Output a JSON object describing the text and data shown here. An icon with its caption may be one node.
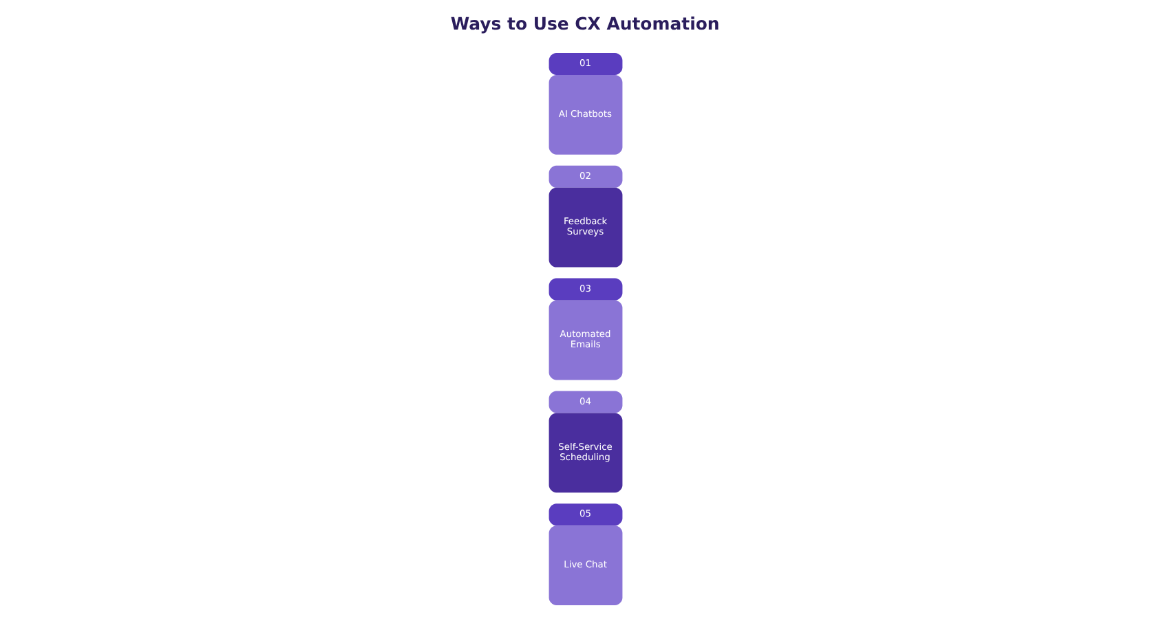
{
  "diagram": {
    "title": "Ways to Use CX Automation",
    "nodes": [
      {
        "text": [
          "01",
          "AI Chatbots"
        ]
      },
      {
        "text": [
          "02",
          "Feedback Surveys"
        ]
      },
      {
        "text": [
          "03",
          "Automated Emails"
        ]
      },
      {
        "text": [
          "04",
          "Self-Service Scheduling"
        ]
      },
      {
        "text": [
          "05",
          "Live Chat"
        ]
      }
    ]
  }
}
